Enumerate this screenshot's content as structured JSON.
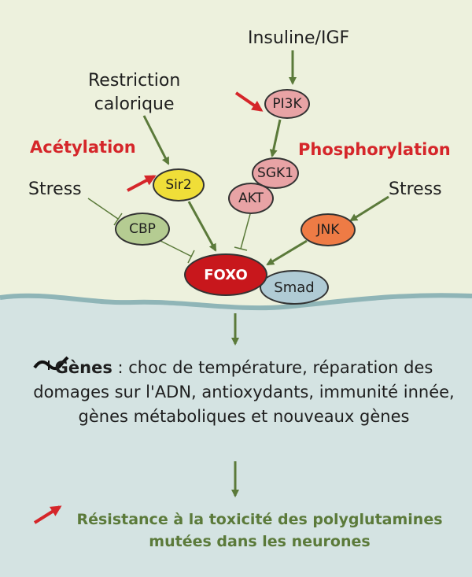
{
  "labels": {
    "insuline": "Insuline/IGF",
    "restriction": "Restriction\ncalorique",
    "acetylation": "Acétylation",
    "phosphorylation": "Phosphorylation",
    "stress_left": "Stress",
    "stress_right": "Stress"
  },
  "nodes": {
    "pi3k": "PI3K",
    "sir2": "Sir2",
    "sgk1": "SGK1",
    "akt": "AKT",
    "cbp": "CBP",
    "jnk": "JNK",
    "foxo": "FOXO",
    "smad": "Smad"
  },
  "genes": {
    "title": "Gènes",
    "text": " : choc de température, réparation des domages sur l'ADN, antioxydants, immunité innée, gènes métaboliques et nouveaux gènes"
  },
  "result": "Résistance à la toxicité des polyglutamines mutées dans les neurones",
  "colors": {
    "background_top": "#edf1dd",
    "background_bottom": "#d4e3e2",
    "arrow_green": "#5b7a3a",
    "accent_red": "#d5262a",
    "foxo_red": "#c8171c",
    "pink": "#e8a3a5",
    "yellow": "#f0de38",
    "light_green": "#b5cc92",
    "orange": "#ee7b45",
    "blue_grey": "#b0cbd5"
  }
}
